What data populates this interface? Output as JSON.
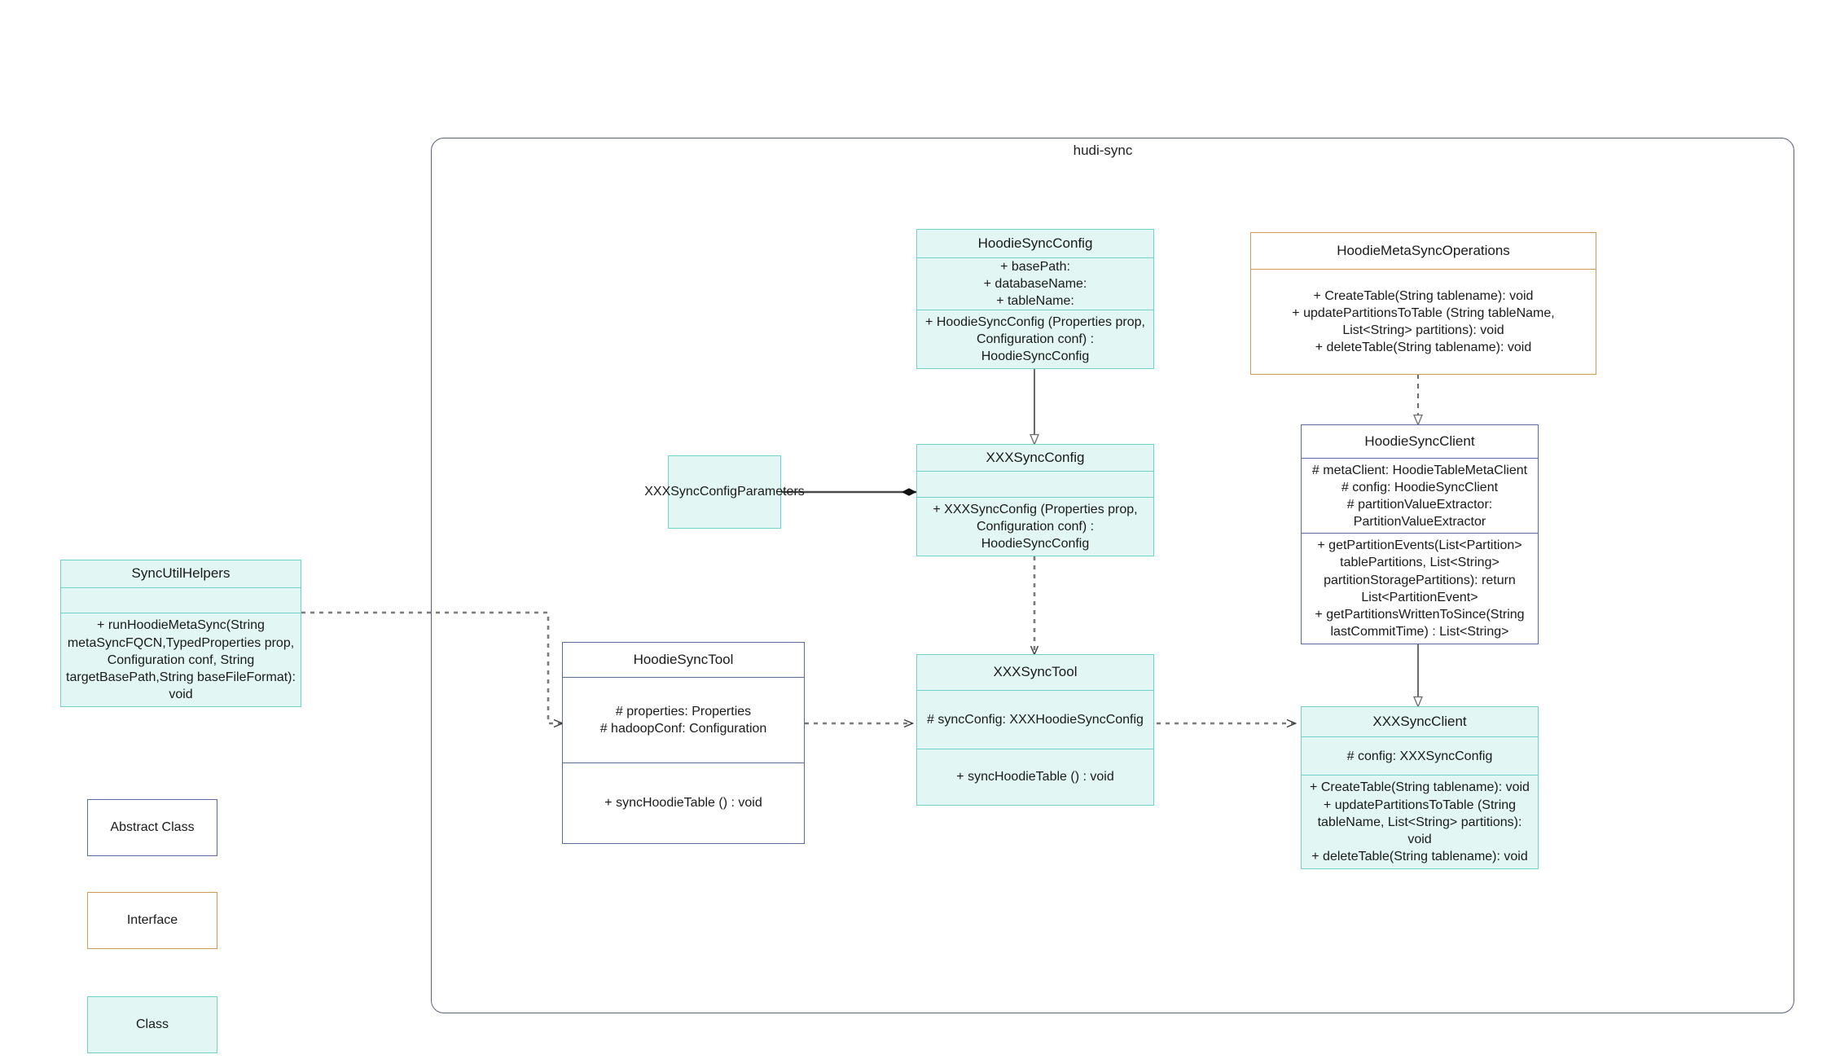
{
  "diagram": {
    "type": "uml-class-diagram",
    "container": {
      "label": "hudi-sync"
    },
    "legend": [
      {
        "label": "Abstract Class",
        "style": "abstract"
      },
      {
        "label": "Interface",
        "style": "interface"
      },
      {
        "label": "Class",
        "style": "class"
      }
    ],
    "nodes": {
      "hoodie_sync_config": {
        "name": "HoodieSyncConfig",
        "style": "class",
        "attributes": "+    basePath:\n+   databaseName:\n+   tableName:",
        "methods": "+   HoodieSyncConfig (Properties prop, Configuration conf) : HoodieSyncConfig"
      },
      "hoodie_meta_sync_operations": {
        "name": "HoodieMetaSyncOperations",
        "style": "interface",
        "methods": "+   CreateTable(String tablename): void\n+   updatePartitionsToTable (String tableName, List<String> partitions): void\n+   deleteTable(String tablename): void"
      },
      "xxx_sync_config_parameters": {
        "name": "XXXSyncConfigParameters",
        "style": "class"
      },
      "xxx_sync_config": {
        "name": "XXXSyncConfig",
        "style": "class",
        "attributes": "",
        "methods": "+   XXXSyncConfig (Properties prop, Configuration conf) : HoodieSyncConfig"
      },
      "hoodie_sync_client": {
        "name": "HoodieSyncClient",
        "style": "abstract",
        "attributes": "#   metaClient: HoodieTableMetaClient\n#   config: HoodieSyncClient\n#    partitionValueExtractor: PartitionValueExtractor",
        "methods": "+   getPartitionEvents(List<Partition> tablePartitions, List<String> partitionStoragePartitions): return List<PartitionEvent>\n+   getPartitionsWrittenToSince(String lastCommitTime) : List<String>"
      },
      "sync_util_helpers": {
        "name": "SyncUtilHelpers",
        "style": "class",
        "attributes": "",
        "methods": "+     runHoodieMetaSync(String metaSyncFQCN,TypedProperties prop, Configuration conf, String targetBasePath,String baseFileFormat): void"
      },
      "hoodie_sync_tool": {
        "name": "HoodieSyncTool",
        "style": "abstract",
        "attributes": "#   properties: Properties\n#   hadoopConf: Configuration",
        "methods": "+   syncHoodieTable () : void"
      },
      "xxx_sync_tool": {
        "name": "XXXSyncTool",
        "style": "class",
        "attributes": "#   syncConfig: XXXHoodieSyncConfig",
        "methods": "+   syncHoodieTable () : void"
      },
      "xxx_sync_client": {
        "name": "XXXSyncClient",
        "style": "class",
        "attributes": "#   config: XXXSyncConfig",
        "methods": "+   CreateTable(String tablename): void\n+   updatePartitionsToTable (String tableName, List<String> partitions): void\n+   deleteTable(String tablename): void"
      }
    },
    "edges": [
      {
        "from": "xxx_sync_config",
        "to": "hoodie_sync_config",
        "kind": "generalization"
      },
      {
        "from": "hoodie_sync_client",
        "to": "hoodie_meta_sync_operations",
        "kind": "realization"
      },
      {
        "from": "xxx_sync_config_parameters",
        "to": "xxx_sync_config",
        "kind": "composition"
      },
      {
        "from": "xxx_sync_config",
        "to": "xxx_sync_tool",
        "kind": "dependency"
      },
      {
        "from": "xxx_sync_client",
        "to": "hoodie_sync_client",
        "kind": "generalization"
      },
      {
        "from": "sync_util_helpers",
        "to": "hoodie_sync_tool",
        "kind": "dependency"
      },
      {
        "from": "hoodie_sync_tool",
        "to": "xxx_sync_tool",
        "kind": "dependency"
      },
      {
        "from": "xxx_sync_tool",
        "to": "xxx_sync_client",
        "kind": "dependency"
      }
    ],
    "colors": {
      "class_fill": "#e2f7f3",
      "class_border": "#6ed3c8",
      "abstract_border": "#5a6a9e",
      "interface_border": "#cf9b54",
      "container_border": "#5b6178",
      "edge": "#6b6b6b"
    }
  }
}
